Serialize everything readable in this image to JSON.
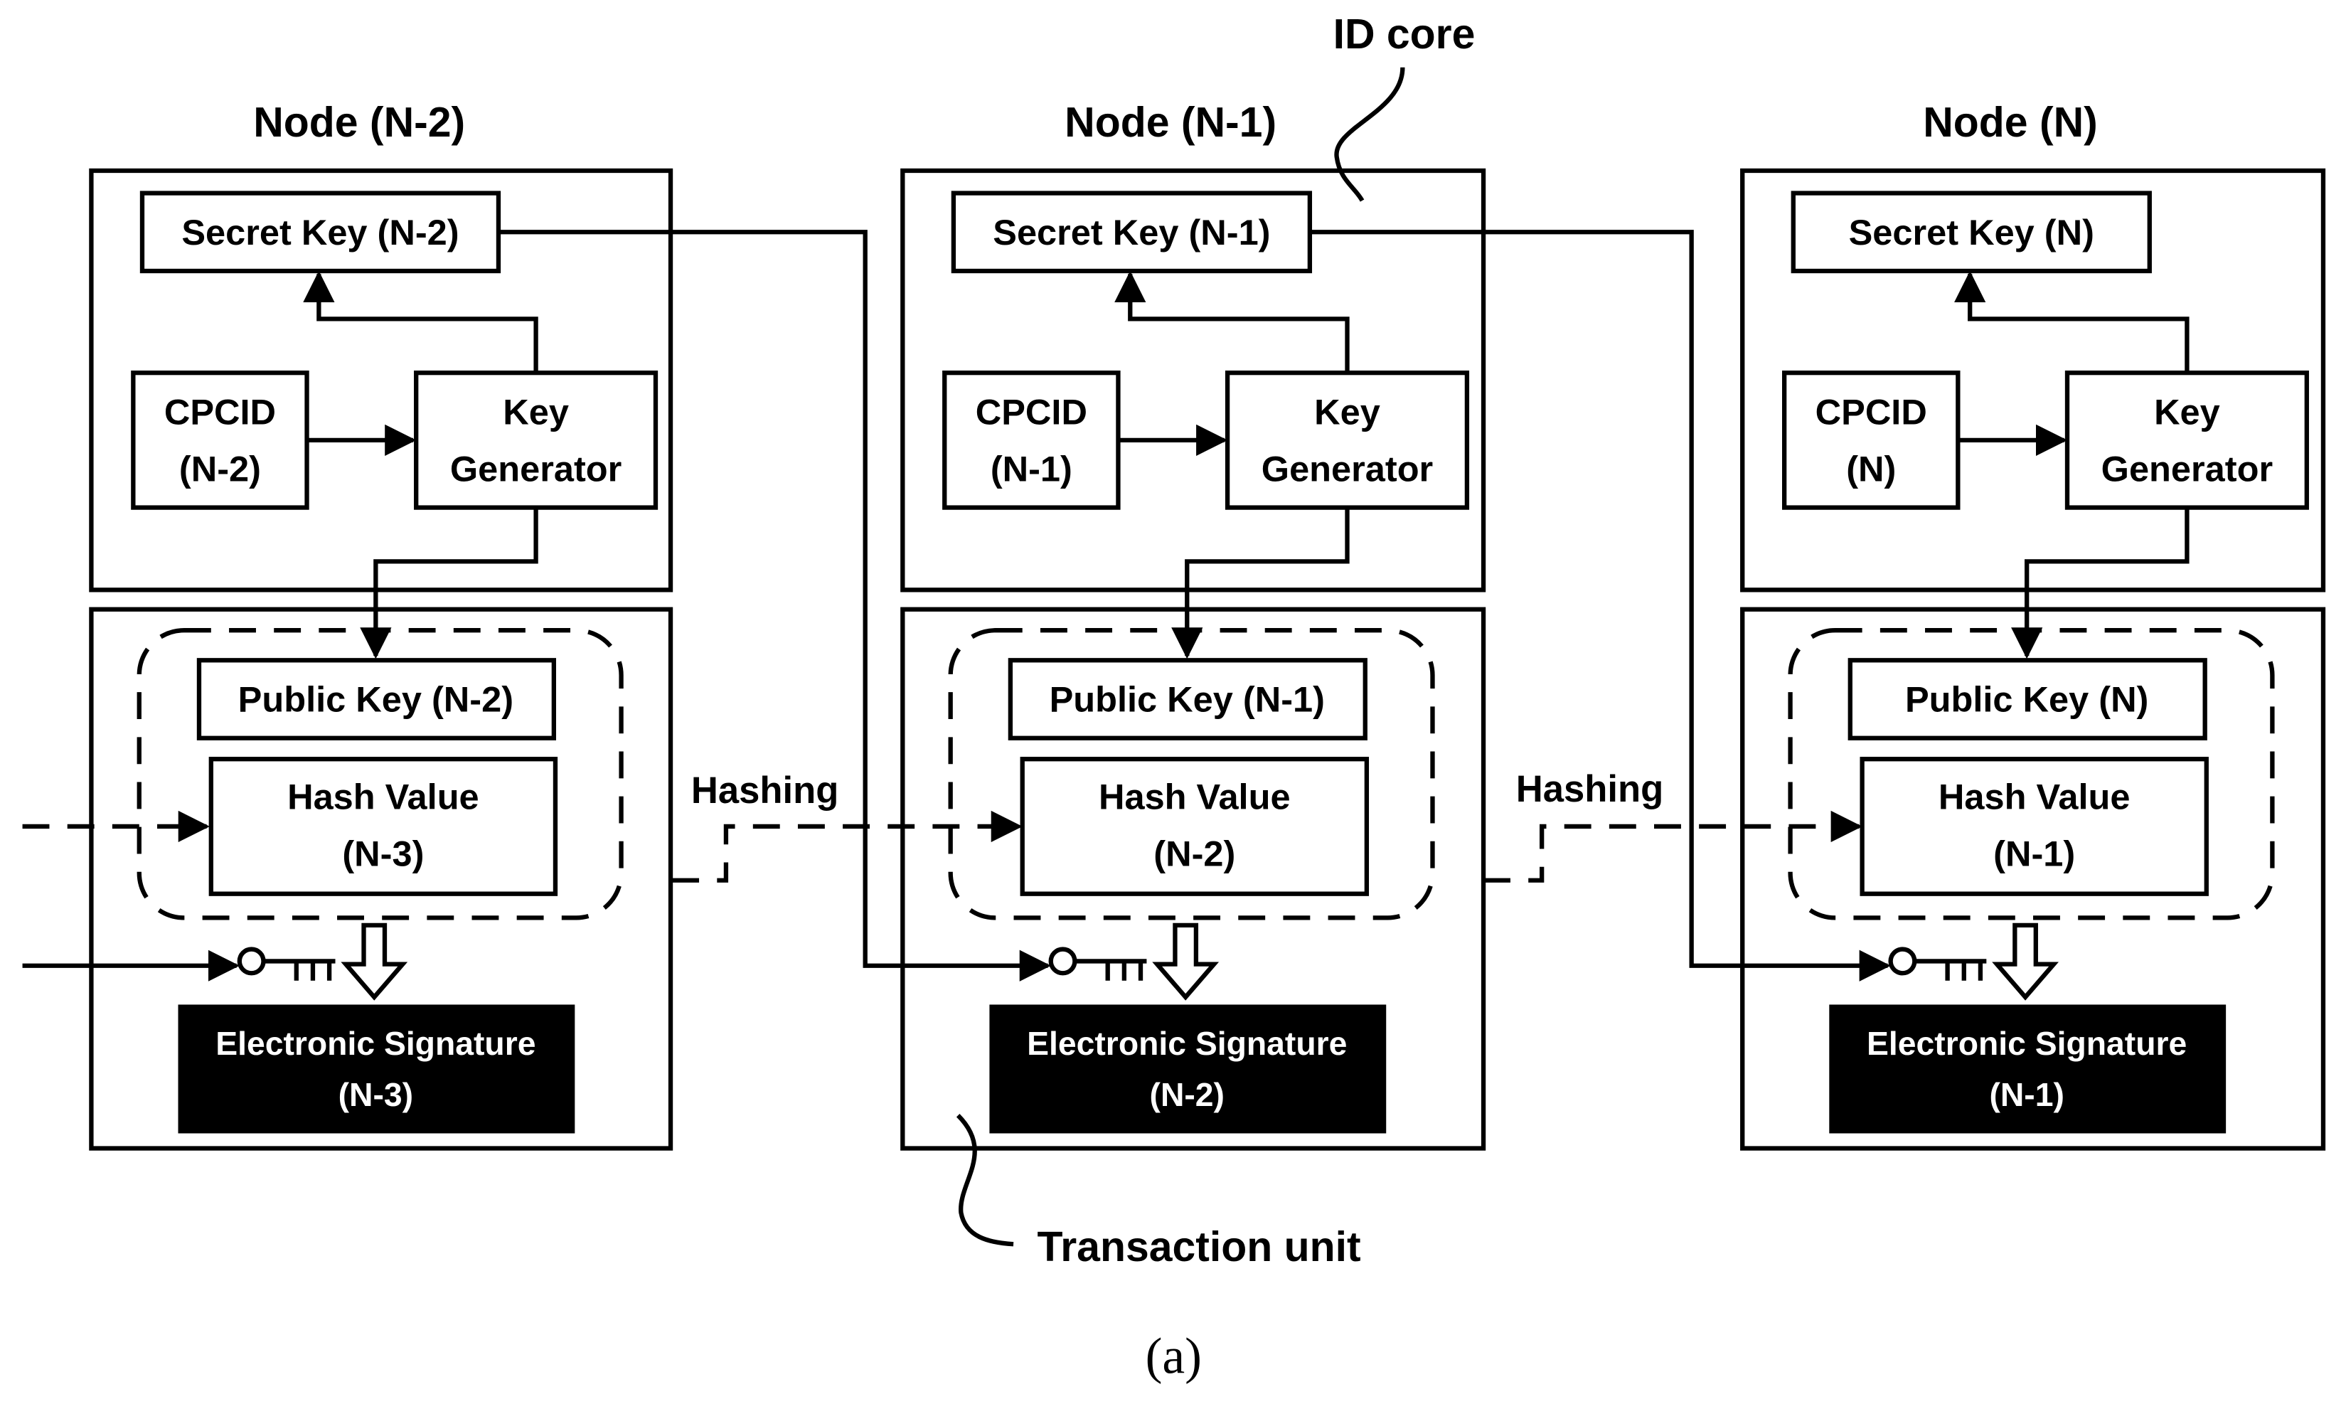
{
  "figure": {
    "caption": "(a)",
    "callouts": {
      "id_core": "ID core",
      "transaction_unit": "Transaction unit"
    },
    "hashing_labels": [
      "Hashing",
      "Hashing"
    ],
    "nodes": [
      {
        "title": "Node (N-2)",
        "secret_key": "Secret Key (N-2)",
        "cpcid": [
          "CPCID",
          "(N-2)"
        ],
        "key_generator": [
          "Key",
          "Generator"
        ],
        "public_key": "Public Key (N-2)",
        "hash_value": [
          "Hash Value",
          "(N-3)"
        ],
        "signature": [
          "Electronic Signature",
          "(N-3)"
        ]
      },
      {
        "title": "Node (N-1)",
        "secret_key": "Secret Key (N-1)",
        "cpcid": [
          "CPCID",
          "(N-1)"
        ],
        "key_generator": [
          "Key",
          "Generator"
        ],
        "public_key": "Public Key (N-1)",
        "hash_value": [
          "Hash Value",
          "(N-2)"
        ],
        "signature": [
          "Electronic Signature",
          "(N-2)"
        ]
      },
      {
        "title": "Node (N)",
        "secret_key": "Secret Key (N)",
        "cpcid": [
          "CPCID",
          "(N)"
        ],
        "key_generator": [
          "Key",
          "Generator"
        ],
        "public_key": "Public Key (N)",
        "hash_value": [
          "Hash Value",
          "(N-1)"
        ],
        "signature": [
          "Electronic Signature",
          "(N-1)"
        ]
      }
    ],
    "colors": {
      "stroke": "#000000",
      "background": "#ffffff",
      "signature_fill": "#000000",
      "signature_text": "#ffffff"
    }
  }
}
